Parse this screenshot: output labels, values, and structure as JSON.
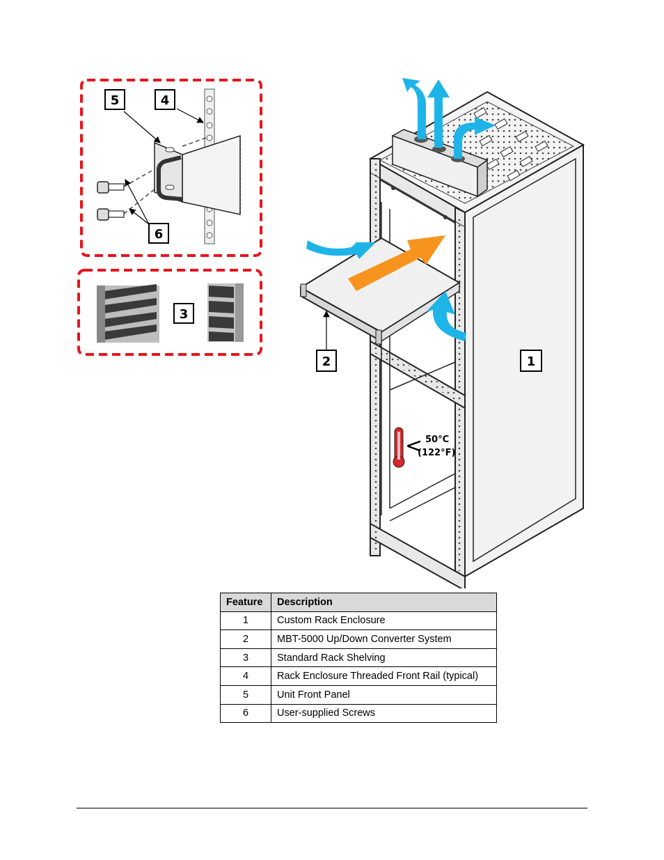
{
  "figure": {
    "callouts": {
      "c1": "1",
      "c2": "2",
      "c3": "3",
      "c4": "4",
      "c5": "5",
      "c6": "6"
    },
    "temperature": {
      "symbol": "<",
      "celsius": "50°C",
      "fahrenheit": "(122°F)"
    },
    "colors": {
      "dashed_border": "#e8141c",
      "airflow_blue": "#1fb4e8",
      "airflow_orange": "#f7941d",
      "thermometer_red": "#d7262c"
    }
  },
  "table": {
    "headers": {
      "feature": "Feature",
      "description": "Description"
    },
    "rows": [
      {
        "feature": "1",
        "description": "Custom Rack Enclosure"
      },
      {
        "feature": "2",
        "description": "MBT-5000 Up/Down Converter System"
      },
      {
        "feature": "3",
        "description": "Standard Rack Shelving"
      },
      {
        "feature": "4",
        "description": "Rack Enclosure Threaded Front Rail (typical)"
      },
      {
        "feature": "5",
        "description": "Unit Front Panel"
      },
      {
        "feature": "6",
        "description": "User-supplied Screws"
      }
    ]
  }
}
